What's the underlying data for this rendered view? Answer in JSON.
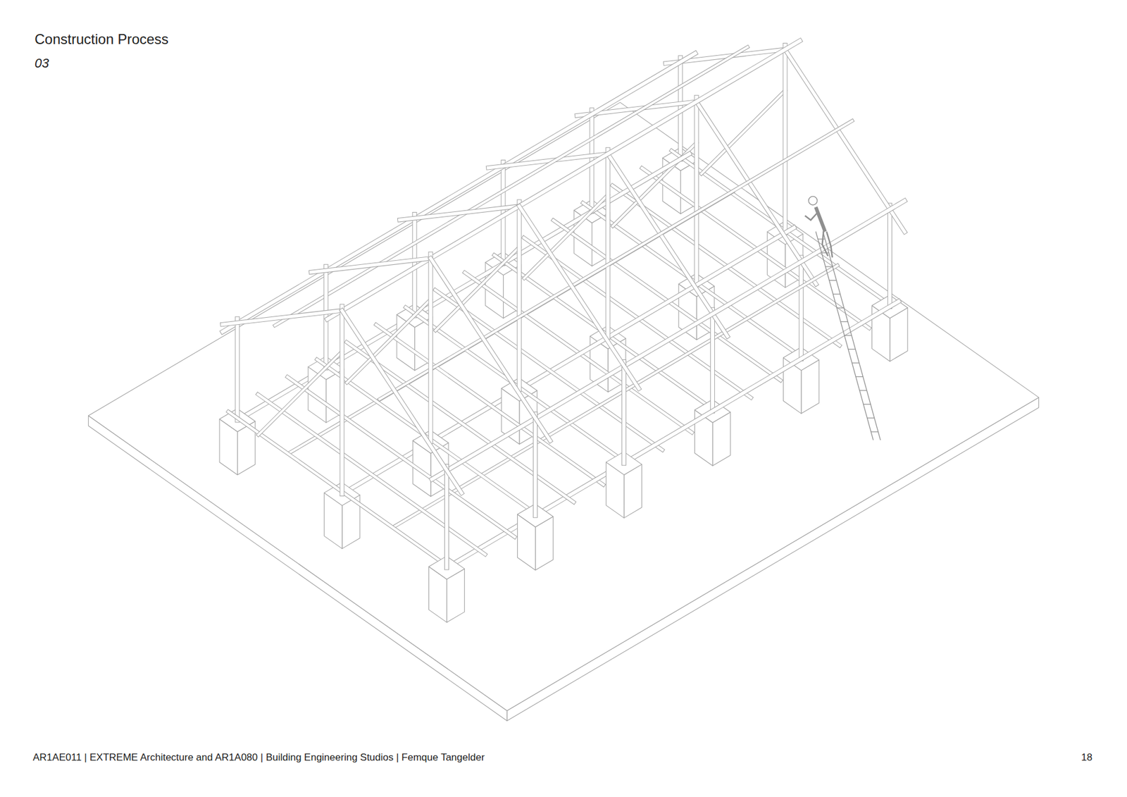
{
  "diagram": {
    "title": "Construction Process",
    "labels": [
      "03",
      "AR1AE011 | EXTREME Architecture and AR1A080 | Building Engineering Studios | Femque Tangelder",
      "18"
    ]
  }
}
